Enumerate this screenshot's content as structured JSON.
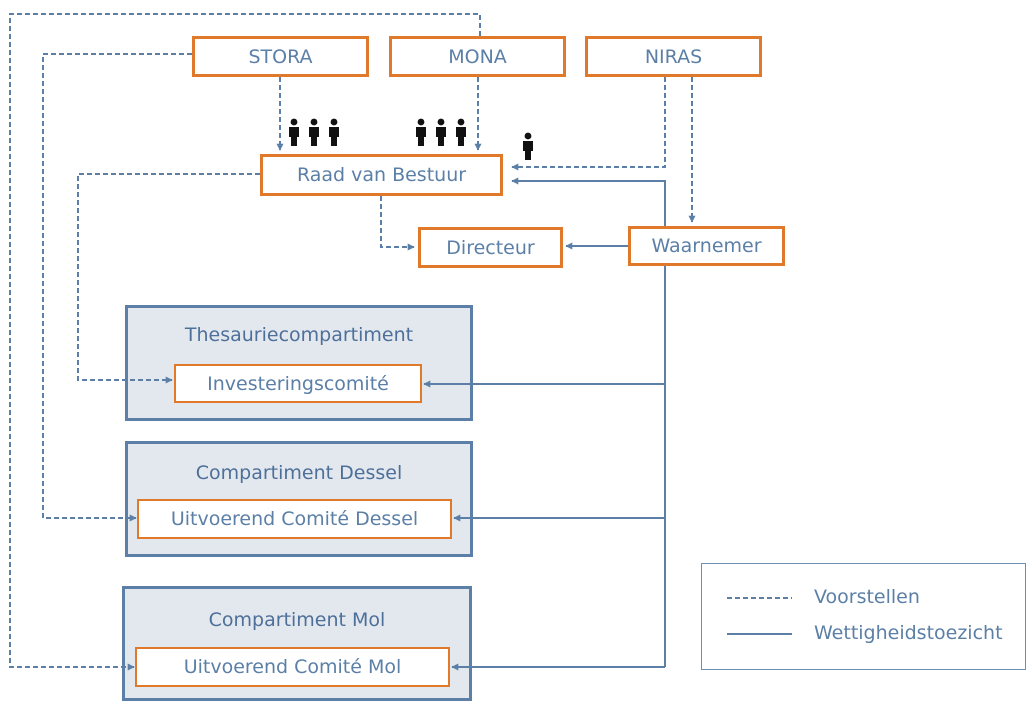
{
  "colors": {
    "orange_border": "#e07a2a",
    "blue_line": "#5b7fa6",
    "blue_text": "#5b7fa6",
    "compartment_fill": "#e3e8ee",
    "compartment_border": "#5b7fa6",
    "person_icon": "#111111"
  },
  "shareholders": {
    "stora": "STORA",
    "mona": "MONA",
    "niras": "NIRAS"
  },
  "board": "Raad van Bestuur",
  "director": "Directeur",
  "observer": "Waarnemer",
  "compartments": {
    "thesaurie": {
      "title": "Thesauriecompartiment",
      "committee": "Investeringscomité"
    },
    "dessel": {
      "title": "Compartiment Dessel",
      "committee": "Uitvoerend Comité Dessel"
    },
    "mol": {
      "title": "Compartiment Mol",
      "committee": "Uitvoerend Comité Mol"
    }
  },
  "icons": {
    "person": "person-icon"
  },
  "legend": {
    "dashed": "Voorstellen",
    "solid": "Wettigheidstoezicht"
  }
}
